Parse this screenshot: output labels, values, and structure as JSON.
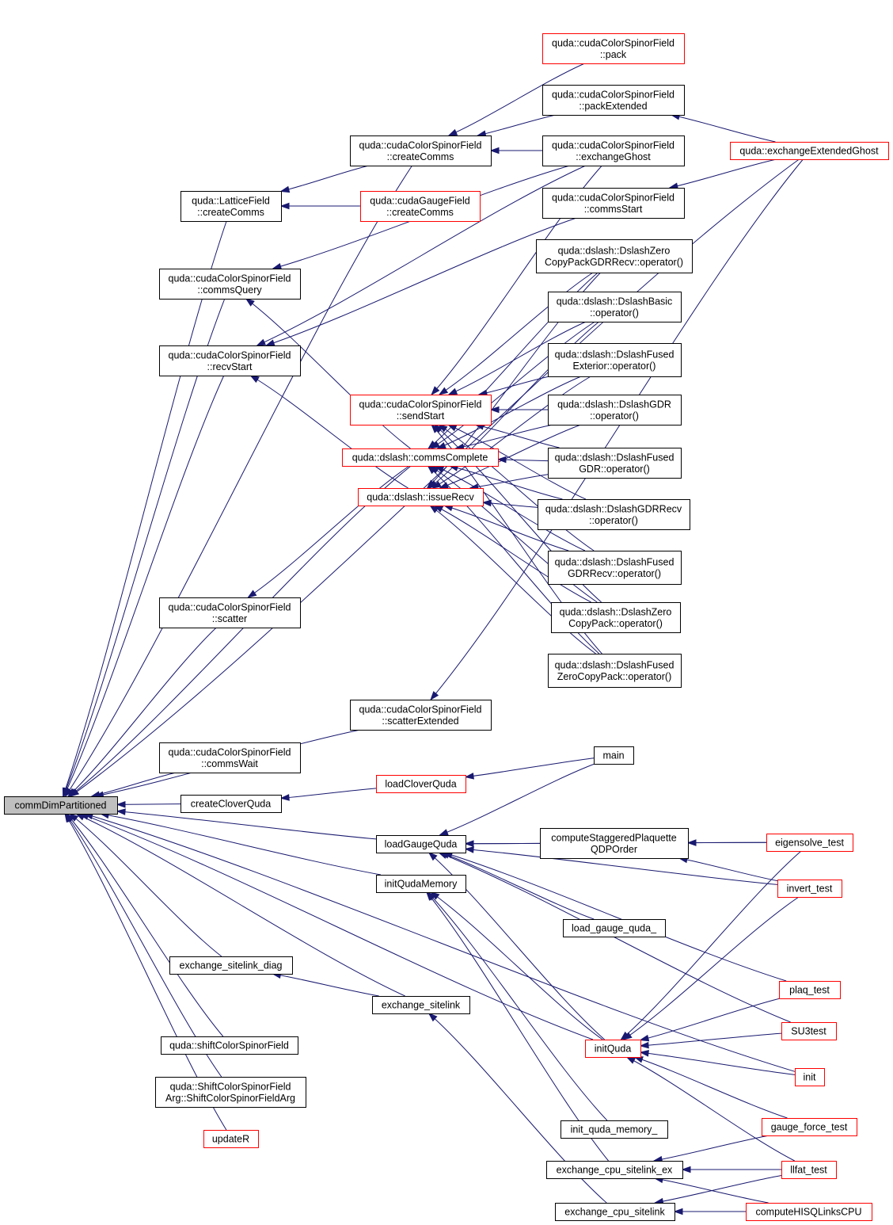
{
  "colors": {
    "edge": "#191970",
    "node_border_default": "#000000",
    "node_border_unlisted": "#ff0000",
    "root_fill": "#bfbfbf",
    "node_fill": "#ffffff"
  },
  "nodes": [
    {
      "id": "root",
      "lines": [
        "commDimPartitioned"
      ],
      "style": "root"
    },
    {
      "id": "pack",
      "lines": [
        "quda::cudaColorSpinorField",
        "::pack"
      ],
      "style": "red"
    },
    {
      "id": "packExt",
      "lines": [
        "quda::cudaColorSpinorField",
        "::packExtended"
      ],
      "style": "black"
    },
    {
      "id": "createComms",
      "lines": [
        "quda::cudaColorSpinorField",
        "::createComms"
      ],
      "style": "black"
    },
    {
      "id": "exchGhost",
      "lines": [
        "quda::cudaColorSpinorField",
        "::exchangeGhost"
      ],
      "style": "black"
    },
    {
      "id": "exchExtGhost",
      "lines": [
        "quda::exchangeExtendedGhost"
      ],
      "style": "red"
    },
    {
      "id": "latticeCreate",
      "lines": [
        "quda::LatticeField",
        "::createComms"
      ],
      "style": "black"
    },
    {
      "id": "gaugeCreate",
      "lines": [
        "quda::cudaGaugeField",
        "::createComms"
      ],
      "style": "red"
    },
    {
      "id": "commsStart",
      "lines": [
        "quda::cudaColorSpinorField",
        "::commsStart"
      ],
      "style": "black"
    },
    {
      "id": "zeroCopyGDRRecv",
      "lines": [
        "quda::dslash::DslashZero",
        "CopyPackGDRRecv::operator()"
      ],
      "style": "black"
    },
    {
      "id": "commsQuery",
      "lines": [
        "quda::cudaColorSpinorField",
        "::commsQuery"
      ],
      "style": "black"
    },
    {
      "id": "dslashBasic",
      "lines": [
        "quda::dslash::DslashBasic",
        "::operator()"
      ],
      "style": "black"
    },
    {
      "id": "recvStart",
      "lines": [
        "quda::cudaColorSpinorField",
        "::recvStart"
      ],
      "style": "black"
    },
    {
      "id": "fusedExterior",
      "lines": [
        "quda::dslash::DslashFused",
        "Exterior::operator()"
      ],
      "style": "black"
    },
    {
      "id": "sendStart",
      "lines": [
        "quda::cudaColorSpinorField",
        "::sendStart"
      ],
      "style": "red"
    },
    {
      "id": "dslashGDR",
      "lines": [
        "quda::dslash::DslashGDR",
        "::operator()"
      ],
      "style": "black"
    },
    {
      "id": "commsComplete",
      "lines": [
        "quda::dslash::commsComplete"
      ],
      "style": "red"
    },
    {
      "id": "fusedGDR",
      "lines": [
        "quda::dslash::DslashFused",
        "GDR::operator()"
      ],
      "style": "black"
    },
    {
      "id": "issueRecv",
      "lines": [
        "quda::dslash::issueRecv"
      ],
      "style": "red"
    },
    {
      "id": "gdrRecv",
      "lines": [
        "quda::dslash::DslashGDRRecv",
        "::operator()"
      ],
      "style": "black"
    },
    {
      "id": "fusedGDRRecv",
      "lines": [
        "quda::dslash::DslashFused",
        "GDRRecv::operator()"
      ],
      "style": "black"
    },
    {
      "id": "scatter",
      "lines": [
        "quda::cudaColorSpinorField",
        "::scatter"
      ],
      "style": "black"
    },
    {
      "id": "zeroCopyPack",
      "lines": [
        "quda::dslash::DslashZero",
        "CopyPack::operator()"
      ],
      "style": "black"
    },
    {
      "id": "fusedZeroCopy",
      "lines": [
        "quda::dslash::DslashFused",
        "ZeroCopyPack::operator()"
      ],
      "style": "black"
    },
    {
      "id": "scatterExt",
      "lines": [
        "quda::cudaColorSpinorField",
        "::scatterExtended"
      ],
      "style": "black"
    },
    {
      "id": "commsWait",
      "lines": [
        "quda::cudaColorSpinorField",
        "::commsWait"
      ],
      "style": "black"
    },
    {
      "id": "main",
      "lines": [
        "main"
      ],
      "style": "black"
    },
    {
      "id": "loadClover",
      "lines": [
        "loadCloverQuda"
      ],
      "style": "red"
    },
    {
      "id": "createClover",
      "lines": [
        "createCloverQuda"
      ],
      "style": "black"
    },
    {
      "id": "loadGauge",
      "lines": [
        "loadGaugeQuda"
      ],
      "style": "black"
    },
    {
      "id": "staggeredPlaq",
      "lines": [
        "computeStaggeredPlaquette",
        "QDPOrder"
      ],
      "style": "black"
    },
    {
      "id": "eigensolve",
      "lines": [
        "eigensolve_test"
      ],
      "style": "red"
    },
    {
      "id": "initQudaMem",
      "lines": [
        "initQudaMemory"
      ],
      "style": "black"
    },
    {
      "id": "invertTest",
      "lines": [
        "invert_test"
      ],
      "style": "red"
    },
    {
      "id": "loadGaugeQuda_",
      "lines": [
        "load_gauge_quda_"
      ],
      "style": "black"
    },
    {
      "id": "exchDiag",
      "lines": [
        "exchange_sitelink_diag"
      ],
      "style": "black"
    },
    {
      "id": "plaqTest",
      "lines": [
        "plaq_test"
      ],
      "style": "red"
    },
    {
      "id": "exchSitelink",
      "lines": [
        "exchange_sitelink"
      ],
      "style": "black"
    },
    {
      "id": "su3test",
      "lines": [
        "SU3test"
      ],
      "style": "red"
    },
    {
      "id": "shiftCSF",
      "lines": [
        "quda::shiftColorSpinorField"
      ],
      "style": "black"
    },
    {
      "id": "initQuda",
      "lines": [
        "initQuda"
      ],
      "style": "red"
    },
    {
      "id": "init",
      "lines": [
        "init"
      ],
      "style": "red"
    },
    {
      "id": "shiftArg",
      "lines": [
        "quda::ShiftColorSpinorField",
        "Arg::ShiftColorSpinorFieldArg"
      ],
      "style": "black"
    },
    {
      "id": "initQudaMem_",
      "lines": [
        "init_quda_memory_"
      ],
      "style": "black"
    },
    {
      "id": "gaugeForce",
      "lines": [
        "gauge_force_test"
      ],
      "style": "red"
    },
    {
      "id": "updateR",
      "lines": [
        "updateR"
      ],
      "style": "red"
    },
    {
      "id": "exchCpuEx",
      "lines": [
        "exchange_cpu_sitelink_ex"
      ],
      "style": "black"
    },
    {
      "id": "llfat",
      "lines": [
        "llfat_test"
      ],
      "style": "red"
    },
    {
      "id": "exchCpu",
      "lines": [
        "exchange_cpu_sitelink"
      ],
      "style": "black"
    },
    {
      "id": "hisq",
      "lines": [
        "computeHISQLinksCPU"
      ],
      "style": "red"
    }
  ],
  "edges": [
    [
      "root",
      "createComms"
    ],
    [
      "root",
      "latticeCreate"
    ],
    [
      "root",
      "commsQuery"
    ],
    [
      "root",
      "recvStart"
    ],
    [
      "root",
      "commsComplete"
    ],
    [
      "root",
      "scatter"
    ],
    [
      "root",
      "scatterExt"
    ],
    [
      "root",
      "commsWait"
    ],
    [
      "root",
      "createClover"
    ],
    [
      "root",
      "loadGauge"
    ],
    [
      "root",
      "initQudaMem"
    ],
    [
      "root",
      "exchDiag"
    ],
    [
      "root",
      "exchSitelink"
    ],
    [
      "root",
      "shiftCSF"
    ],
    [
      "root",
      "shiftArg"
    ],
    [
      "root",
      "updateR"
    ],
    [
      "root",
      "exchExtGhost"
    ],
    [
      "root",
      "initQuda"
    ],
    [
      "root",
      "init"
    ],
    [
      "createComms",
      "pack"
    ],
    [
      "createComms",
      "packExt"
    ],
    [
      "createComms",
      "exchGhost"
    ],
    [
      "packExt",
      "exchExtGhost"
    ],
    [
      "commsStart",
      "exchExtGhost"
    ],
    [
      "scatterExt",
      "exchExtGhost"
    ],
    [
      "latticeCreate",
      "createComms"
    ],
    [
      "latticeCreate",
      "gaugeCreate"
    ],
    [
      "commsQuery",
      "exchGhost"
    ],
    [
      "commsQuery",
      "commsComplete"
    ],
    [
      "recvStart",
      "commsStart"
    ],
    [
      "recvStart",
      "issueRecv"
    ],
    [
      "recvStart",
      "exchGhost"
    ],
    [
      "sendStart",
      "exchGhost"
    ],
    [
      "sendStart",
      "zeroCopyGDRRecv"
    ],
    [
      "sendStart",
      "dslashBasic"
    ],
    [
      "sendStart",
      "fusedExterior"
    ],
    [
      "sendStart",
      "dslashGDR"
    ],
    [
      "sendStart",
      "fusedGDR"
    ],
    [
      "sendStart",
      "gdrRecv"
    ],
    [
      "sendStart",
      "fusedGDRRecv"
    ],
    [
      "sendStart",
      "zeroCopyPack"
    ],
    [
      "sendStart",
      "fusedZeroCopy"
    ],
    [
      "commsComplete",
      "zeroCopyGDRRecv"
    ],
    [
      "commsComplete",
      "dslashBasic"
    ],
    [
      "commsComplete",
      "fusedExterior"
    ],
    [
      "commsComplete",
      "dslashGDR"
    ],
    [
      "commsComplete",
      "fusedGDR"
    ],
    [
      "commsComplete",
      "gdrRecv"
    ],
    [
      "commsComplete",
      "fusedGDRRecv"
    ],
    [
      "commsComplete",
      "zeroCopyPack"
    ],
    [
      "commsComplete",
      "fusedZeroCopy"
    ],
    [
      "issueRecv",
      "zeroCopyGDRRecv"
    ],
    [
      "issueRecv",
      "dslashBasic"
    ],
    [
      "issueRecv",
      "fusedExterior"
    ],
    [
      "issueRecv",
      "dslashGDR"
    ],
    [
      "issueRecv",
      "fusedGDR"
    ],
    [
      "issueRecv",
      "gdrRecv"
    ],
    [
      "issueRecv",
      "fusedGDRRecv"
    ],
    [
      "issueRecv",
      "zeroCopyPack"
    ],
    [
      "issueRecv",
      "fusedZeroCopy"
    ],
    [
      "scatter",
      "commsComplete"
    ],
    [
      "loadClover",
      "main"
    ],
    [
      "createClover",
      "loadClover"
    ],
    [
      "loadGauge",
      "main"
    ],
    [
      "loadGauge",
      "staggeredPlaq"
    ],
    [
      "loadGauge",
      "eigensolve"
    ],
    [
      "loadGauge",
      "invertTest"
    ],
    [
      "loadGauge",
      "loadGaugeQuda_"
    ],
    [
      "loadGauge",
      "plaqTest"
    ],
    [
      "loadGauge",
      "su3test"
    ],
    [
      "loadGauge",
      "initQuda"
    ],
    [
      "staggeredPlaq",
      "eigensolve"
    ],
    [
      "staggeredPlaq",
      "invertTest"
    ],
    [
      "initQudaMem",
      "initQuda"
    ],
    [
      "initQudaMem",
      "initQudaMem_"
    ],
    [
      "initQudaMem",
      "exchCpuEx"
    ],
    [
      "exchDiag",
      "exchSitelink"
    ],
    [
      "exchSitelink",
      "exchCpu"
    ],
    [
      "initQuda",
      "eigensolve"
    ],
    [
      "initQuda",
      "invertTest"
    ],
    [
      "initQuda",
      "plaqTest"
    ],
    [
      "initQuda",
      "su3test"
    ],
    [
      "initQuda",
      "init"
    ],
    [
      "initQuda",
      "gaugeForce"
    ],
    [
      "initQuda",
      "llfat"
    ],
    [
      "exchCpuEx",
      "gaugeForce"
    ],
    [
      "exchCpuEx",
      "llfat"
    ],
    [
      "exchCpuEx",
      "hisq"
    ],
    [
      "exchCpu",
      "llfat"
    ],
    [
      "exchCpu",
      "hisq"
    ]
  ]
}
